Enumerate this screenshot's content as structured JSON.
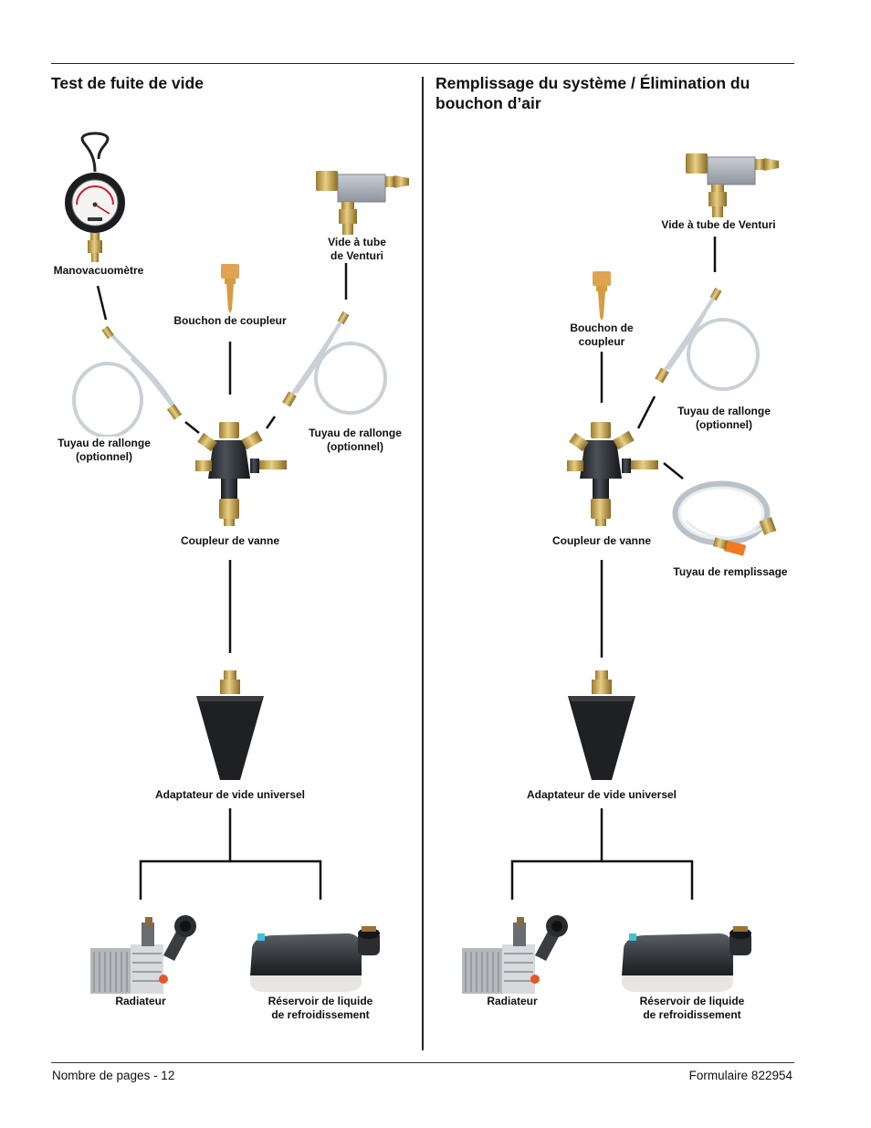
{
  "left": {
    "title": "Test de fuite de vide",
    "labels": {
      "gauge": "Manovacuomètre",
      "venturi": "Vide à tube\nde Venturi",
      "plug": "Bouchon de coupleur",
      "hose_left": "Tuyau de rallonge\n(optionnel)",
      "hose_right": "Tuyau de rallonge\n(optionnel)",
      "coupler": "Coupleur de vanne",
      "adapter": "Adaptateur de vide universel",
      "radiator": "Radiateur",
      "reservoir": "Réservoir de liquide\nde refroidissement"
    }
  },
  "right": {
    "title": "Remplissage du système / Élimination du bouchon d’air",
    "labels": {
      "venturi": "Vide à tube de Venturi",
      "plug": "Bouchon de\ncoupleur",
      "hose": "Tuyau de rallonge\n(optionnel)",
      "coupler": "Coupleur de vanne",
      "fill_hose": "Tuyau de remplissage",
      "adapter": "Adaptateur de vide universel",
      "radiator": "Radiateur",
      "reservoir": "Réservoir de liquide\nde refroidissement"
    }
  },
  "footer": {
    "pages": "Nombre de pages - 12",
    "form": "Formulaire 822954"
  }
}
